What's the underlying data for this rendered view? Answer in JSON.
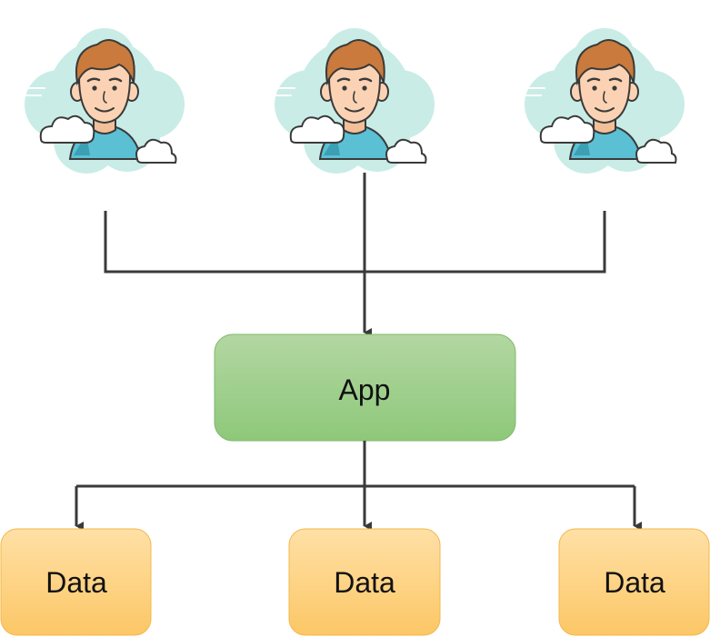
{
  "app": {
    "label": "App"
  },
  "data_stores": [
    {
      "label": "Data"
    },
    {
      "label": "Data"
    },
    {
      "label": "Data"
    }
  ],
  "users": [
    {
      "icon": "user-avatar-icon"
    },
    {
      "icon": "user-avatar-icon"
    },
    {
      "icon": "user-avatar-icon"
    }
  ],
  "colors": {
    "cloud": "#c9ece6",
    "skin": "#fbd3b4",
    "hair": "#c97a3c",
    "shirt": "#5bc0d4",
    "line": "#3a3a3a",
    "app_top": "#b3d7a2",
    "app_bottom": "#8ec87a",
    "data_top": "#ffe0a6",
    "data_bottom": "#fcc766"
  }
}
